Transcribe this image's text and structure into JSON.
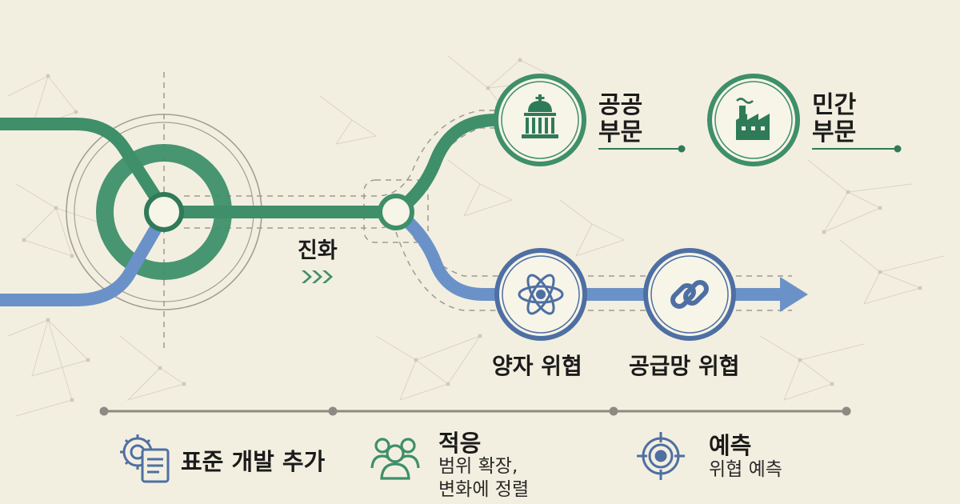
{
  "evolution_label": "진화",
  "evolution_arrows": "»»",
  "nodes": {
    "public": {
      "line1": "공공",
      "line2": "부문",
      "icon": "government-building-icon"
    },
    "private": {
      "line1": "민간",
      "line2": "부문",
      "icon": "factory-icon"
    },
    "quantum": {
      "label": "양자 위협",
      "icon": "atom-icon"
    },
    "supply_chain": {
      "label": "공급망 위협",
      "icon": "chain-link-icon"
    }
  },
  "bottom": {
    "standard": {
      "label": "표준 개발 추가",
      "icon": "gear-document-icon"
    },
    "adapt": {
      "title": "적응",
      "sub1": "범위 확장,",
      "sub2": "변화에 정렬",
      "icon": "people-group-icon"
    },
    "predict": {
      "title": "예측",
      "sub1": "위협 예측",
      "icon": "target-icon"
    }
  },
  "colors": {
    "background": "#f3efe0",
    "green": "#3e8f6a",
    "green_dark": "#2f7a58",
    "blue": "#6b92c8",
    "blue_dark": "#4e6fa3",
    "gray_line": "#8c8a82",
    "network": "#d2cdbd"
  }
}
